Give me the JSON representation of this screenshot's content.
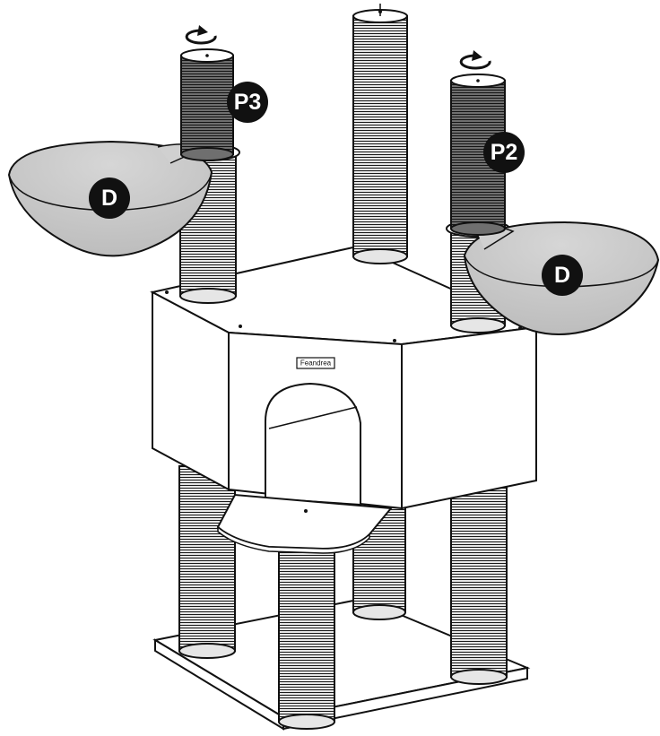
{
  "diagram": {
    "brand_label": "Feandrea",
    "part_labels": {
      "post_p3": "P3",
      "post_p2": "P2",
      "bowl_left": "D",
      "bowl_right": "D"
    },
    "icons": {
      "rotate_left": "rotate-clockwise-icon",
      "rotate_right": "rotate-clockwise-icon"
    },
    "colors": {
      "outline": "#111111",
      "sisal_dark": "#6f6f6f",
      "sisal_light": "#d9d9d9",
      "bowl_fill": "#c8c8c8",
      "panel_fill": "#ffffff",
      "label_badge": "#111111"
    }
  }
}
